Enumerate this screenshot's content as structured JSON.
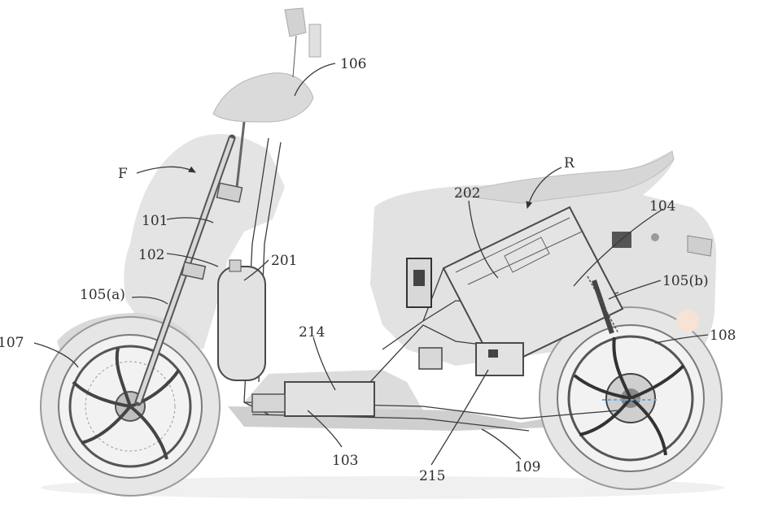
{
  "labels": {
    "l106": "106",
    "lF": "F",
    "lR": "R",
    "l202": "202",
    "l104": "104",
    "l101": "101",
    "l102": "102",
    "l201": "201",
    "l105a": "105(a)",
    "l105b": "105(b)",
    "l107": "107",
    "l214": "214",
    "l108": "108",
    "l103": "103",
    "l215": "215",
    "l109": "109"
  }
}
